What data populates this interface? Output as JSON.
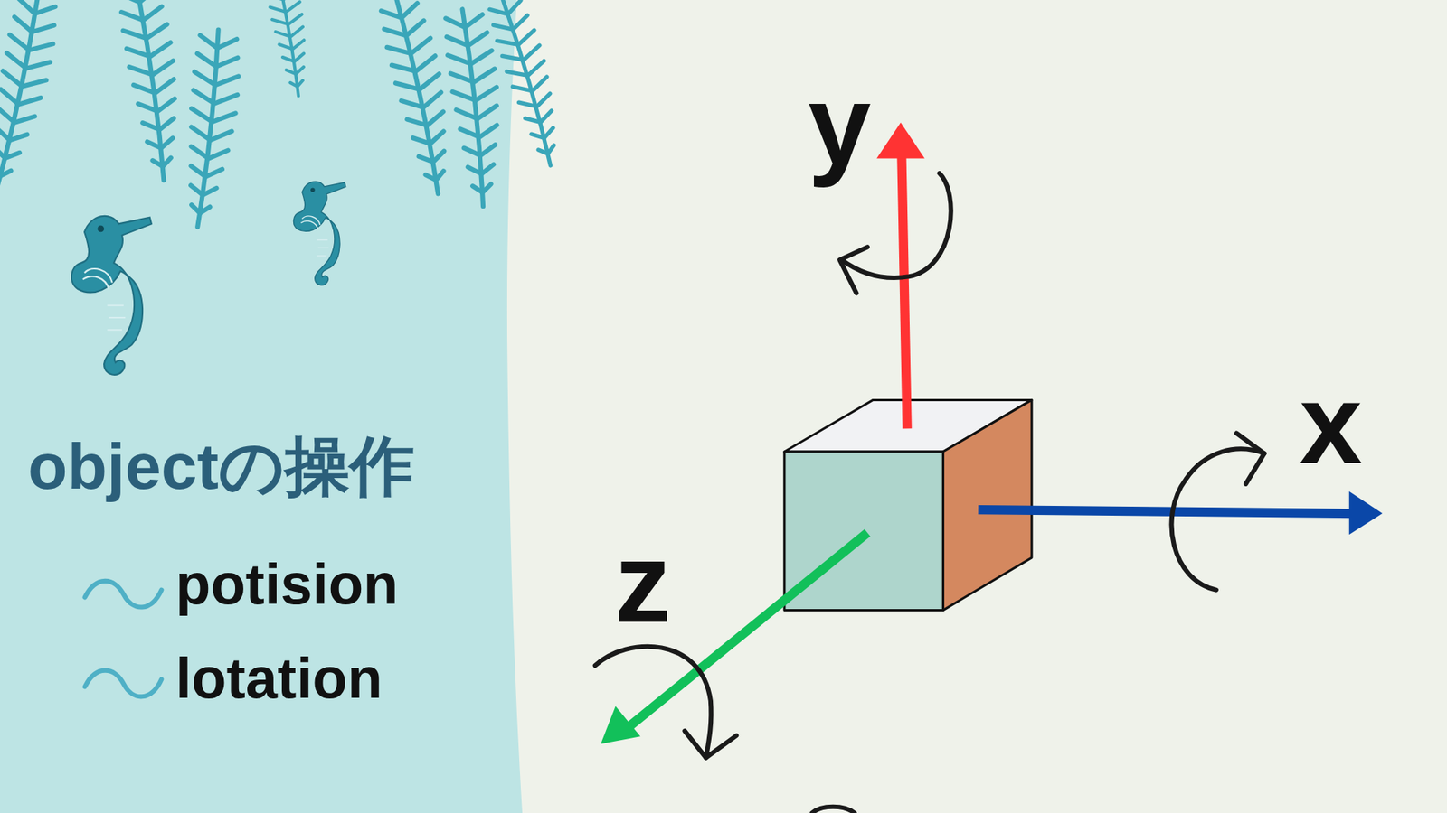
{
  "diagram": {
    "title": "objectの操作",
    "labels": [
      "potision",
      "lotation",
      "y",
      "x",
      "z"
    ]
  }
}
